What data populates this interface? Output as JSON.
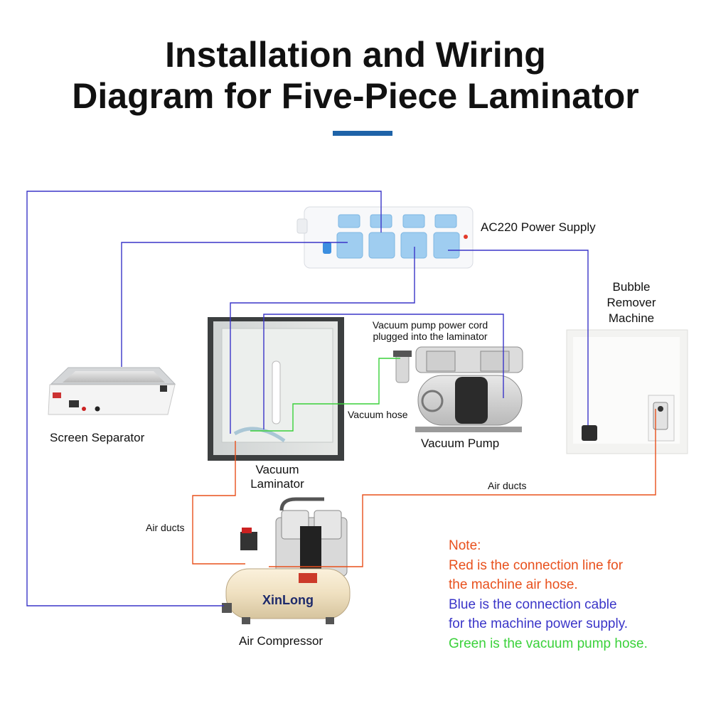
{
  "title": {
    "line1": "Installation and Wiring",
    "line2": "Diagram for Five-Piece Laminator"
  },
  "devices": {
    "power_supply": "AC220 Power Supply",
    "screen_separator": "Screen Separator",
    "vacuum_laminator_line1": "Vacuum",
    "vacuum_laminator_line2": "Laminator",
    "vacuum_pump": "Vacuum Pump",
    "bubble_remover_line1": "Bubble",
    "bubble_remover_line2": "Remover",
    "bubble_remover_line3": "Machine",
    "air_compressor": "Air Compressor",
    "compressor_brand": "XinLong"
  },
  "annotations": {
    "pump_cord_line1": "Vacuum pump power cord",
    "pump_cord_line2": "plugged into the laminator",
    "vacuum_hose": "Vacuum hose",
    "air_ducts_left": "Air ducts",
    "air_ducts_right": "Air ducts"
  },
  "note": {
    "heading": "Note:",
    "red_line1": "Red is the connection line for",
    "red_line2": "the machine air hose.",
    "blue_line1": "Blue is the connection cable",
    "blue_line2": "for the machine power supply.",
    "green_line": "Green is the vacuum pump hose."
  },
  "colors": {
    "accent_bar": "#1e63a8",
    "power_cable": "#3a35c8",
    "air_hose": "#e8501c",
    "vacuum_hose": "#3ad13a"
  }
}
